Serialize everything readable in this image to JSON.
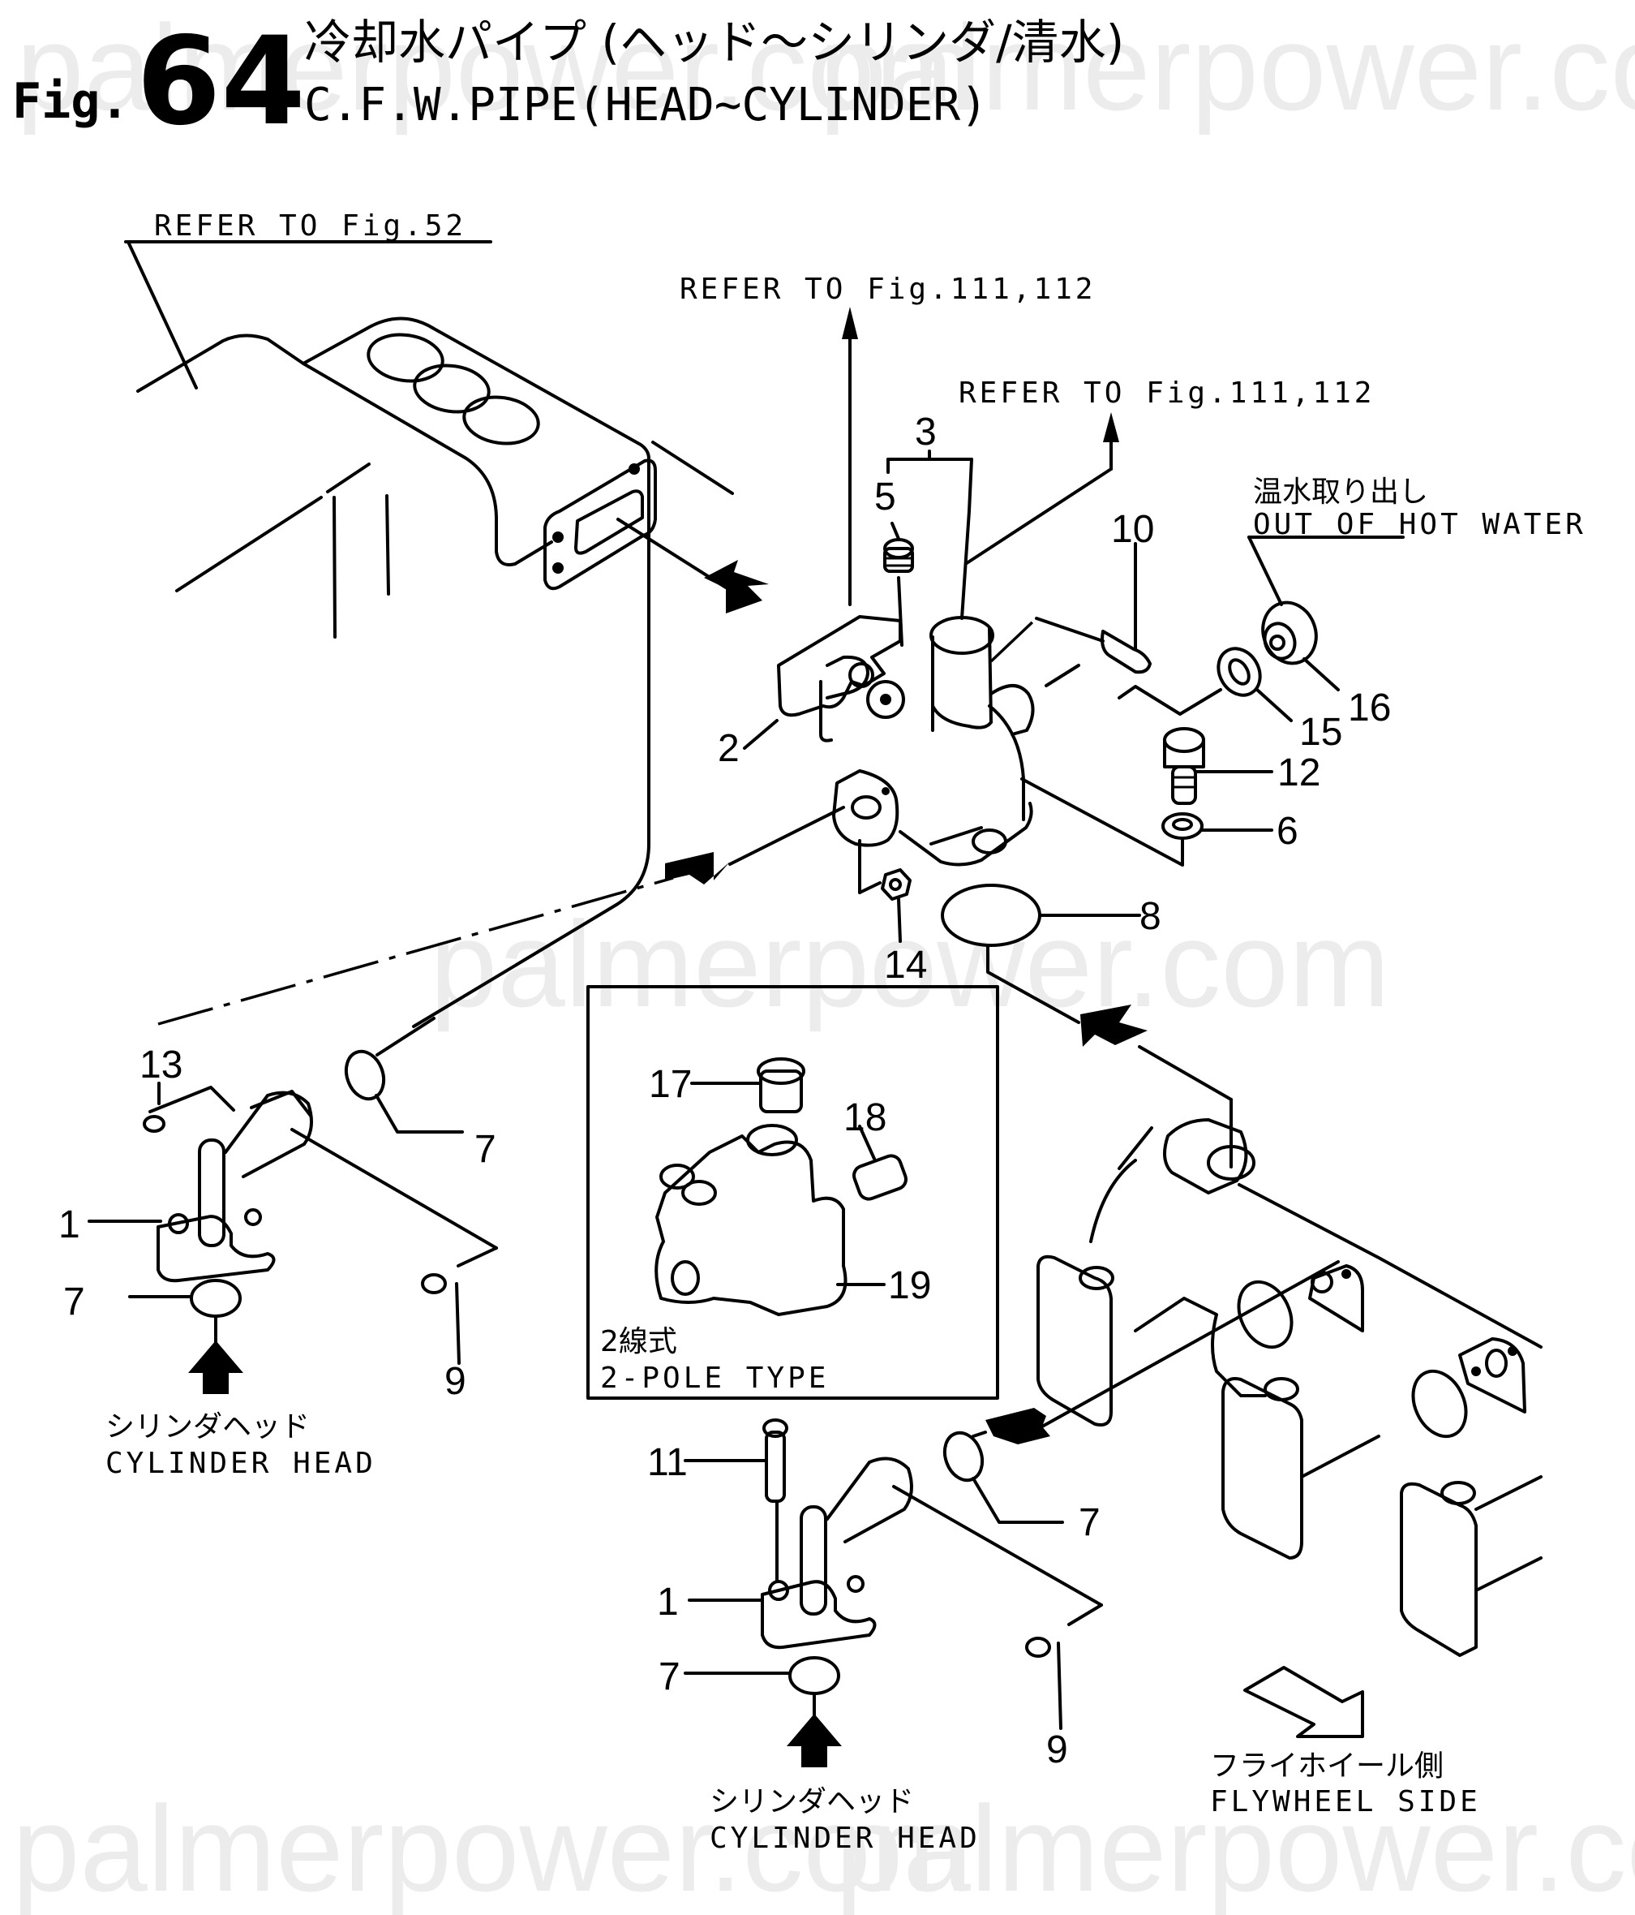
{
  "header": {
    "fig_prefix": "Fig.",
    "fig_number": "64",
    "title_jp": "冷却水パイプ (ヘッド～シリンダ/清水)",
    "title_en": "C.F.W.PIPE(HEAD~CYLINDER)"
  },
  "watermark": {
    "text": "palmerpower.com"
  },
  "references": {
    "fig52": "REFER TO Fig.52",
    "fig111_a": "REFER TO Fig.111,112",
    "fig111_b": "REFER TO Fig.111,112"
  },
  "annotations": {
    "hot_water_jp": "温水取り出し",
    "hot_water_en": "OUT OF HOT WATER",
    "cyl_head_left_jp": "シリンダヘッド",
    "cyl_head_left_en": "CYLINDER HEAD",
    "cyl_head_right_jp": "シリンダヘッド",
    "cyl_head_right_en": "CYLINDER HEAD",
    "flywheel_jp": "フライホイール側",
    "flywheel_en": "FLYWHEEL SIDE",
    "inset_jp": "2線式",
    "inset_en": "2-POLE TYPE"
  },
  "callouts": [
    {
      "id": "c1a",
      "label": "1"
    },
    {
      "id": "c1b",
      "label": "1"
    },
    {
      "id": "c2",
      "label": "2"
    },
    {
      "id": "c3",
      "label": "3"
    },
    {
      "id": "c5",
      "label": "5"
    },
    {
      "id": "c6",
      "label": "6"
    },
    {
      "id": "c7a",
      "label": "7"
    },
    {
      "id": "c7b",
      "label": "7"
    },
    {
      "id": "c7c",
      "label": "7"
    },
    {
      "id": "c7d",
      "label": "7"
    },
    {
      "id": "c8",
      "label": "8"
    },
    {
      "id": "c9a",
      "label": "9"
    },
    {
      "id": "c9b",
      "label": "9"
    },
    {
      "id": "c10",
      "label": "10"
    },
    {
      "id": "c11",
      "label": "11"
    },
    {
      "id": "c12",
      "label": "12"
    },
    {
      "id": "c13",
      "label": "13"
    },
    {
      "id": "c14",
      "label": "14"
    },
    {
      "id": "c15",
      "label": "15"
    },
    {
      "id": "c16",
      "label": "16"
    },
    {
      "id": "c17",
      "label": "17"
    },
    {
      "id": "c18",
      "label": "18"
    },
    {
      "id": "c19",
      "label": "19"
    }
  ]
}
